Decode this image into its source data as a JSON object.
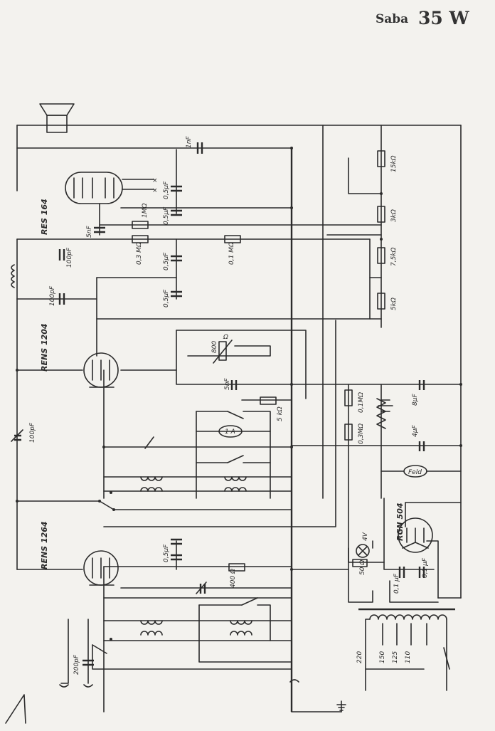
{
  "header": {
    "brand": "Saba",
    "model": "35 W"
  },
  "tubes": {
    "output": "RES 164",
    "detector": "RENS 1204",
    "rf": "RENS 1264",
    "rectifier": "RGN 504"
  },
  "components": {
    "c_1nf": "1nF",
    "c_05uf_a": "0,5µF",
    "c_05uf_b": "0,5µF",
    "c_05uf_c": "0,5µF",
    "c_05uf_d": "0,5µF",
    "c_05uf_e": "0,5µF",
    "c_5nf_a": "5nF",
    "c_5nf_b": "5nF",
    "r_1mohm": "1MΩ",
    "r_03mohm": "0,3 MΩ",
    "r_01mohm": "0,1 MΩ",
    "c_100pf_a": "100pF",
    "c_100pf_b": "100pF",
    "c_100pf_c": "100pF",
    "r_15kohm": "15kΩ",
    "r_3kohm": "3kΩ",
    "r_75kohm": "7,5kΩ",
    "r_5kohm_a": "5kΩ",
    "r_5kohm_b": "5 kΩ",
    "pot_800": "800",
    "pot_ohm": "Ω",
    "r_01mohm_b": "0,1MΩ",
    "r_03mohm_b": "0,3MΩ",
    "c_8uf": "8µF",
    "c_4uf": "4µF",
    "field_coil": "Feld",
    "lamp_4v": "4V",
    "r_50ohm": "50 Ω",
    "c_01uf_a": "0,1 µF",
    "c_01uf_b": "0,1 µF",
    "r_400ohm": "400 Ω",
    "c_200pf": "200pF",
    "choke_1a": "1 A",
    "tap_220": "220",
    "tap_150": "150",
    "tap_125": "125",
    "tap_110": "110"
  }
}
